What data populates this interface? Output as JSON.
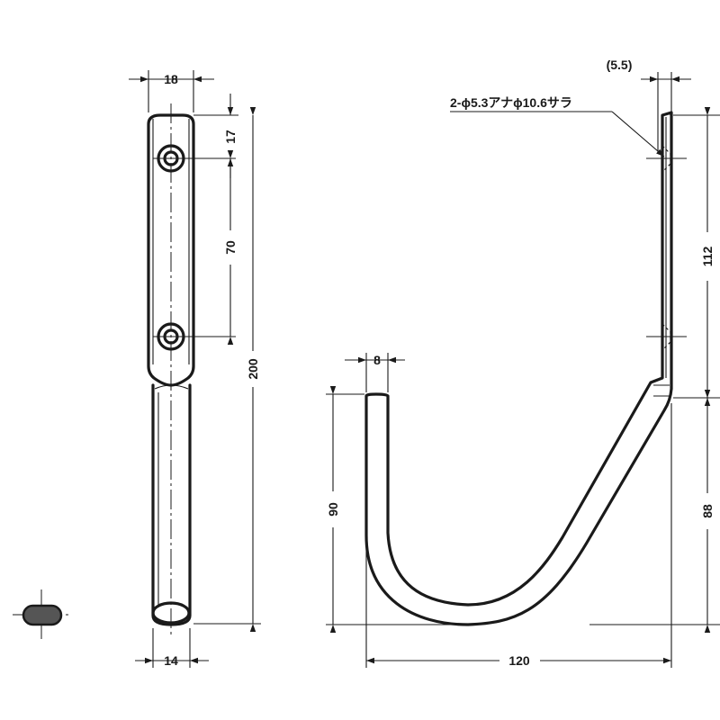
{
  "dimensions": {
    "width_top": "18",
    "width_bottom": "14",
    "top_to_hole": "17",
    "hole_pitch": "70",
    "total_height": "200",
    "offset": "(5.5)",
    "hole_spec": "2-ϕ5.3アナϕ10.6サラ",
    "mount_length": "112",
    "rod_diameter": "8",
    "hook_height": "90",
    "hook_drop": "88",
    "reach": "120"
  },
  "colors": {
    "line": "#1a1a1a",
    "section_fill": "#555555",
    "background": "#ffffff"
  }
}
